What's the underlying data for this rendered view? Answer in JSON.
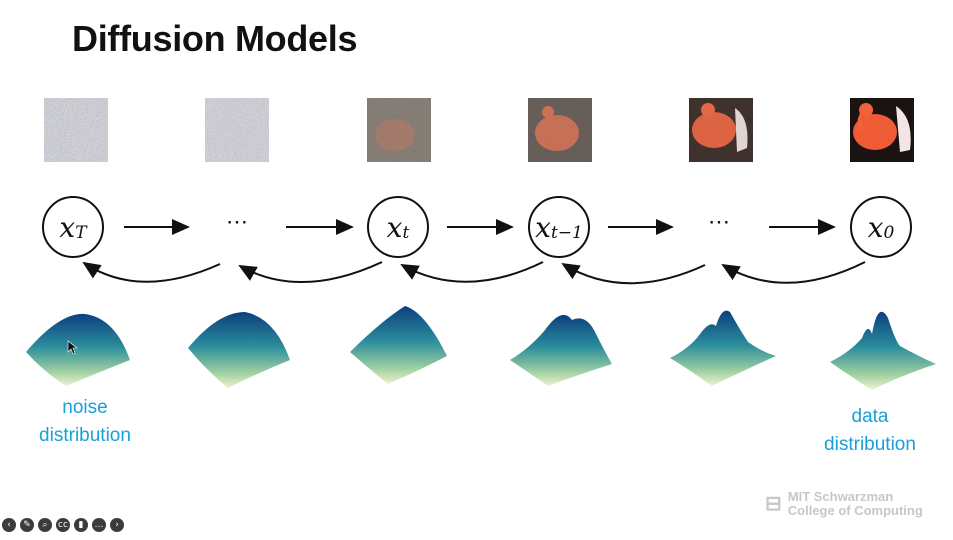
{
  "slide": {
    "title": "Diffusion Models",
    "nodes": {
      "x_T": {
        "base": "x",
        "sub": "T"
      },
      "x_t": {
        "base": "x",
        "sub": "t"
      },
      "x_t_minus_1": {
        "base": "x",
        "sub": "t−1"
      },
      "x_0": {
        "base": "x",
        "sub": "0"
      }
    },
    "ellipsis": "⋯",
    "noise_caption": {
      "line1": "noise",
      "line2": "distribution"
    },
    "data_caption": {
      "line1": "data",
      "line2": "distribution"
    },
    "logo": {
      "line1": "MIT Schwarzman",
      "line2": "College of Computing"
    }
  },
  "toolbar": [
    {
      "icon": "previous-slide-icon",
      "glyph": "‹"
    },
    {
      "icon": "pen-icon",
      "glyph": "✎"
    },
    {
      "icon": "zoom-icon",
      "glyph": "⌕"
    },
    {
      "icon": "captions-icon",
      "glyph": "cc"
    },
    {
      "icon": "camera-icon",
      "glyph": "▮"
    },
    {
      "icon": "more-options-icon",
      "glyph": "…"
    },
    {
      "icon": "next-slide-icon",
      "glyph": "›"
    }
  ]
}
